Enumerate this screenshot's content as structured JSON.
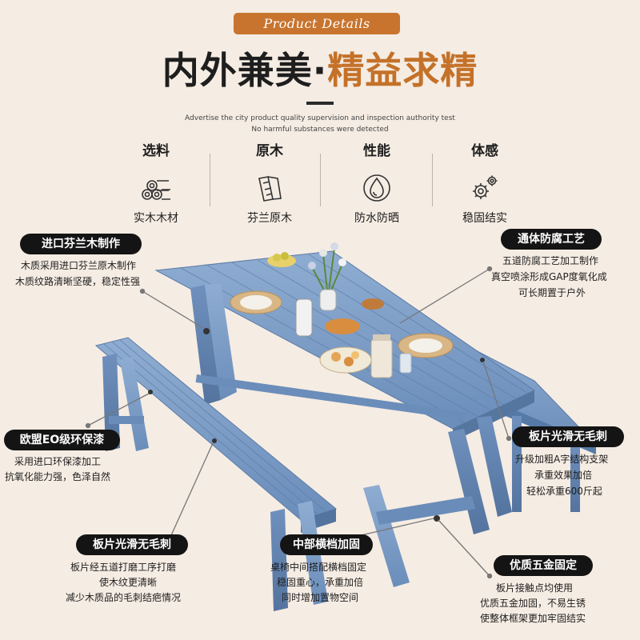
{
  "header": {
    "badge": "Product Details",
    "title_part1": "内外兼美·",
    "title_part2": "精益求精",
    "sub1": "Advertise the city product quality supervision and inspection authority test",
    "sub2": "No harmful substances were detected"
  },
  "features": [
    {
      "label": "选料",
      "sub": "实木木材",
      "icon": "wood-logs-icon"
    },
    {
      "label": "原木",
      "sub": "芬兰原木",
      "icon": "wood-planks-icon"
    },
    {
      "label": "性能",
      "sub": "防水防晒",
      "icon": "water-drop-icon"
    },
    {
      "label": "体感",
      "sub": "稳固结实",
      "icon": "gears-icon"
    }
  ],
  "callouts": {
    "c1": {
      "title": "进口芬兰木制作",
      "lines": [
        "木质采用进口芬兰原木制作",
        "木质纹路清晰坚硬，稳定性强"
      ]
    },
    "c2": {
      "title": "通体防腐工艺",
      "lines": [
        "五道防腐工艺加工制作",
        "真空喷涂形成GAP度氧化成",
        "可长期置于户外"
      ]
    },
    "c3": {
      "title": "欧盟EO级环保漆",
      "lines": [
        "采用进口环保漆加工",
        "抗氧化能力强，色泽自然"
      ]
    },
    "c4": {
      "title": "板片光滑无毛刺",
      "lines": [
        "升级加粗A字结构支架",
        "承重效果加倍",
        "轻松承重600斤起"
      ]
    },
    "c5": {
      "title": "板片光滑无毛刺",
      "lines": [
        "板片经五道打磨工序打磨",
        "使木纹更清晰",
        "减少木质品的毛刺结疤情况"
      ]
    },
    "c6": {
      "title": "中部横档加固",
      "lines": [
        "桌椅中间搭配横档固定",
        "稳固重心，承重加倍",
        "同时增加置物空间"
      ]
    },
    "c7": {
      "title": "优质五金固定",
      "lines": [
        "板片接触点均使用",
        "优质五金加固，不易生锈",
        "使整体框架更加牢固结实"
      ]
    }
  },
  "colors": {
    "accent": "#c47129",
    "badge": "#c8742e",
    "wood": "#7f9fc6",
    "background": "#f5ece3"
  }
}
